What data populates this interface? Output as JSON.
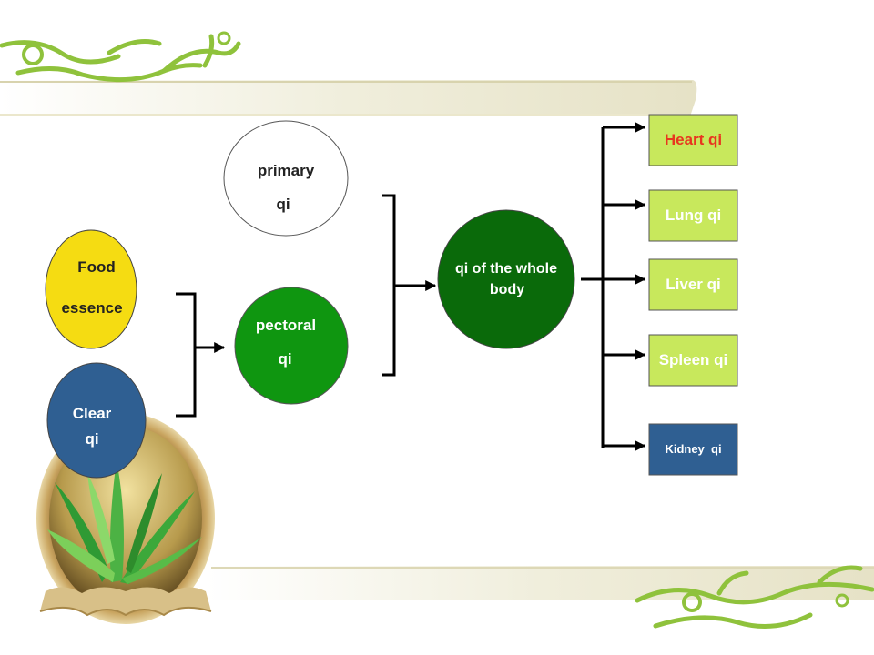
{
  "inputs": {
    "food": {
      "line1": "Food",
      "line2": "essence"
    },
    "clear": {
      "line1": "Clear",
      "line2": "qi"
    }
  },
  "primary": {
    "line1": "primary",
    "line2": "qi"
  },
  "pectoral": {
    "line1": "pectoral",
    "line2": "qi"
  },
  "whole": {
    "line1": "qi of the whole",
    "line2": "body"
  },
  "organs": [
    {
      "label": "Heart qi",
      "text_color": "#e8361f"
    },
    {
      "label": "Lung qi",
      "text_color": "#ffffff"
    },
    {
      "label": "Liver qi",
      "text_color": "#ffffff"
    },
    {
      "label": "Spleen qi",
      "text_color": "#ffffff"
    },
    {
      "label": "Kidney  qi",
      "text_color": "#ffffff"
    }
  ],
  "colors": {
    "food": "#f5dc12",
    "clear": "#2f5f92",
    "pectoral": "#0f9610",
    "whole": "#0a6a0a",
    "organ_box": "#c8e85c",
    "kidney_box": "#2f5f92"
  }
}
